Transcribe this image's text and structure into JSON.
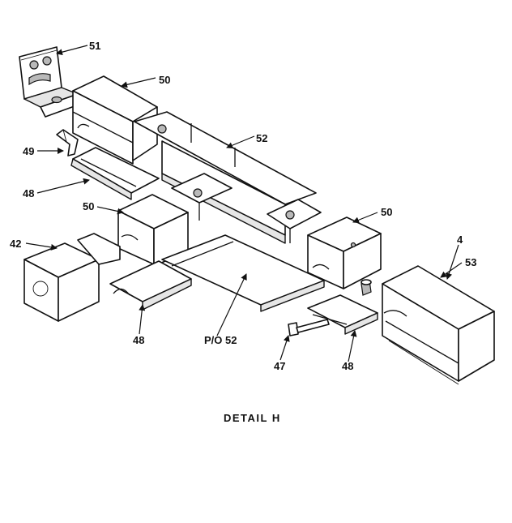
{
  "diagram": {
    "caption": "DETAIL H",
    "callouts": {
      "c51": "51",
      "c50_top": "50",
      "c52": "52",
      "c49": "49",
      "c48_left": "48",
      "c50_mid": "50",
      "c50_right": "50",
      "c42": "42",
      "c4": "4",
      "c53": "53",
      "c48_bottom": "48",
      "c_po52": "P/O 52",
      "c47": "47",
      "c48_right": "48"
    }
  }
}
